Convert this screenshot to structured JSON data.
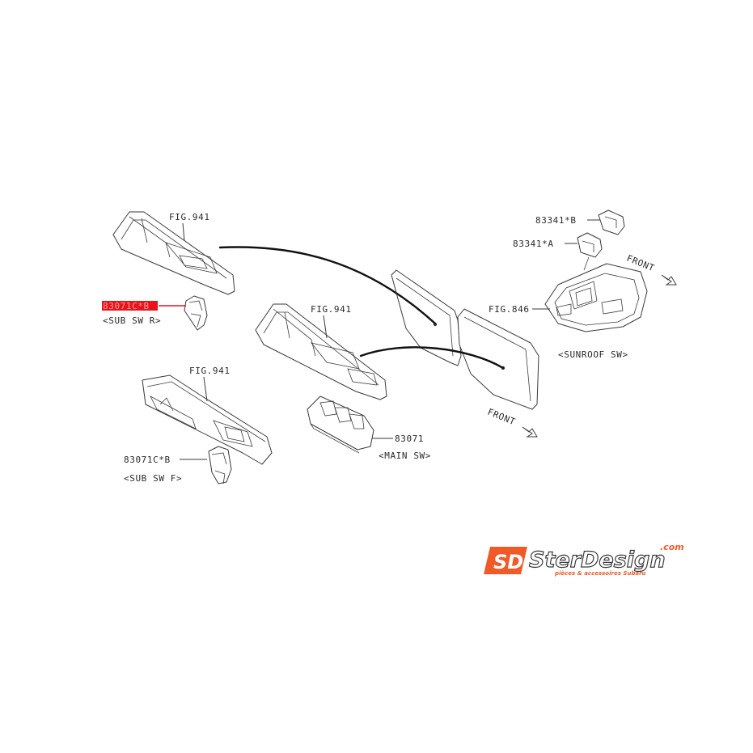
{
  "labels": {
    "fig941_top": "FIG.941",
    "fig941_mid": "FIG.941",
    "fig941_bottom": "FIG.941",
    "fig846": "FIG.846",
    "sub_sw_r_part": "83071C*B",
    "sub_sw_r_caption": "<SUB  SW  R>",
    "sub_sw_f_part": "83071C*B",
    "sub_sw_f_caption": "<SUB  SW  F>",
    "main_sw_part": "83071",
    "main_sw_caption": "<MAIN  SW>",
    "sunroof_b_part": "83341*B",
    "sunroof_a_part": "83341*A",
    "sunroof_caption": "<SUNROOF  SW>",
    "front_right": "FRONT",
    "front_bottom": "FRONT"
  },
  "highlight": {
    "color": "#e8141b",
    "text_color": "#ff9a9a"
  },
  "logo": {
    "monogram": "SD",
    "brand": "SterDesign",
    "domain": ".com",
    "tagline": "pièces & accessoires Subaru",
    "accent": "#f05a28"
  }
}
